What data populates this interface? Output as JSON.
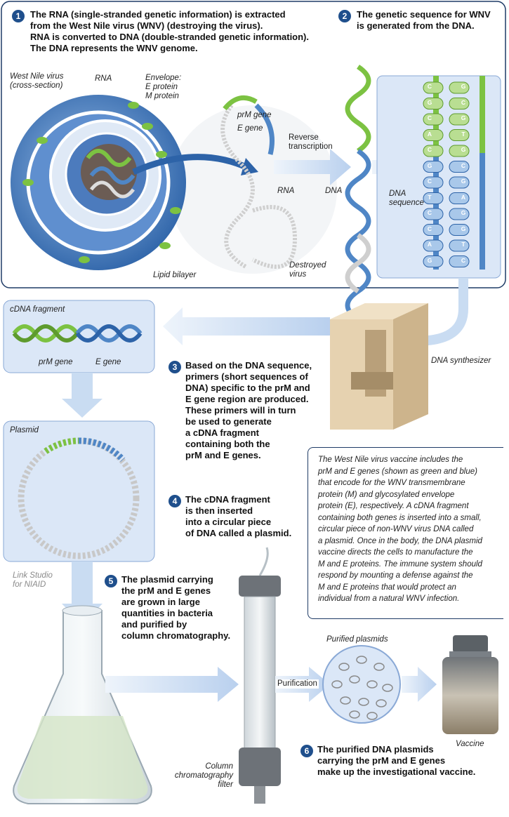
{
  "steps": [
    {
      "num": "1",
      "lines": [
        "The RNA (single-stranded genetic information) is extracted",
        "from the West Nile virus (WNV) (destroying the virus).",
        "RNA is converted to DNA (double-stranded genetic information).",
        "The DNA represents the WNV genome."
      ]
    },
    {
      "num": "2",
      "lines": [
        "The genetic sequence for WNV",
        "is generated from the DNA."
      ]
    },
    {
      "num": "3",
      "lines": [
        "Based on the DNA sequence,",
        "primers (short sequences of",
        "DNA) specific to the prM and",
        "E gene region are produced.",
        "These primers will in turn",
        "be used to generate",
        "a cDNA fragment",
        "containing both the",
        "prM and E genes."
      ]
    },
    {
      "num": "4",
      "lines": [
        "The cDNA fragment",
        "is then inserted",
        "into a circular piece",
        "of DNA called a plasmid."
      ]
    },
    {
      "num": "5",
      "lines": [
        "The plasmid carrying",
        "the prM and E genes",
        "are grown in large",
        "quantities in bacteria",
        "and purified by",
        "column chromatography."
      ]
    },
    {
      "num": "6",
      "lines": [
        "The purified DNA plasmids",
        "carrying the prM and E genes",
        "make up the investigational vaccine."
      ]
    }
  ],
  "labels": {
    "west_nile_virus": [
      "West Nile virus",
      "(cross-section)"
    ],
    "rna_top": "RNA",
    "envelope": [
      "Envelope:",
      "E protein",
      "M protein"
    ],
    "prm_gene": "prM gene",
    "e_gene": "E gene",
    "reverse_transcription": [
      "Reverse",
      "transcription"
    ],
    "rna": "RNA",
    "dna": "DNA",
    "dna_sequence": [
      "DNA",
      "sequence"
    ],
    "destroyed_virus": [
      "Destroyed",
      "virus"
    ],
    "lipid_bilayer": "Lipid bilayer",
    "cdna_fragment": "cDNA fragment",
    "prm_gene_2": "prM gene",
    "e_gene_2": "E gene",
    "dna_synthesizer": "DNA synthesizer",
    "plasmid": "Plasmid",
    "credit": [
      "Link Studio",
      "for NIAID"
    ],
    "purified_plasmids": "Purified plasmids",
    "purification": "Purification",
    "vaccine": "Vaccine",
    "column": [
      "Column",
      "chromatography",
      "filter"
    ]
  },
  "sequence": {
    "left": [
      "C",
      "G",
      "C",
      "A",
      "C",
      "G",
      "C",
      "T",
      "C",
      "C",
      "A",
      "G"
    ],
    "right": [
      "G",
      "C",
      "G",
      "T",
      "G",
      "C",
      "G",
      "A",
      "G",
      "G",
      "T",
      "C"
    ]
  },
  "info_text": [
    "The West Nile virus vaccine includes the",
    "prM and E genes (shown as green and blue)",
    "that encode for the WNV transmembrane",
    "protein (M) and glycosylated envelope",
    "protein (E), respectively. A cDNA fragment",
    "containing both genes is inserted into a small,",
    "circular piece of non-WNV virus DNA called",
    "a plasmid. Once in the body, the DNA plasmid",
    "vaccine directs the cells to manufacture the",
    "M and E proteins. The immune system should",
    "respond by mounting a defense against the",
    "M and E proteins that would protect an",
    "individual from a natural WNV infection."
  ],
  "colors": {
    "green": "#7cc242",
    "blue": "#4f86c6",
    "navy": "#1f4f8c",
    "panel": "#dbe7f7",
    "arrow": "#c9dcf2"
  }
}
